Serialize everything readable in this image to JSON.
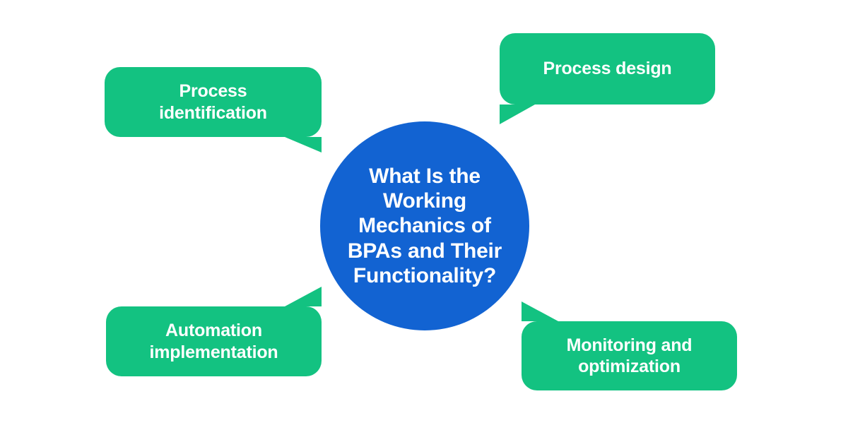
{
  "diagram": {
    "type": "hub-and-spoke speech-bubble diagram",
    "background_color": "#FFFFFF",
    "center": {
      "label": "What Is the\nWorking\nMechanics of\nBPAs and Their\nFunctionality?",
      "shape": "circle",
      "color": "#1263D2",
      "text_color": "#FFFFFF"
    },
    "nodes": [
      {
        "id": "process-identification",
        "label": "Process\nidentification",
        "shape": "speech-bubble",
        "color": "#13C281",
        "text_color": "#FFFFFF",
        "position": "top-left",
        "tail": "bottom-right"
      },
      {
        "id": "process-design",
        "label": "Process design",
        "shape": "speech-bubble",
        "color": "#13C281",
        "text_color": "#FFFFFF",
        "position": "top-right",
        "tail": "bottom-left"
      },
      {
        "id": "automation-implementation",
        "label": "Automation\nimplementation",
        "shape": "speech-bubble",
        "color": "#13C281",
        "text_color": "#FFFFFF",
        "position": "bottom-left",
        "tail": "top-right"
      },
      {
        "id": "monitoring-optimization",
        "label": "Monitoring and\noptimization",
        "shape": "speech-bubble",
        "color": "#13C281",
        "text_color": "#FFFFFF",
        "position": "bottom-right",
        "tail": "top-left"
      }
    ]
  }
}
